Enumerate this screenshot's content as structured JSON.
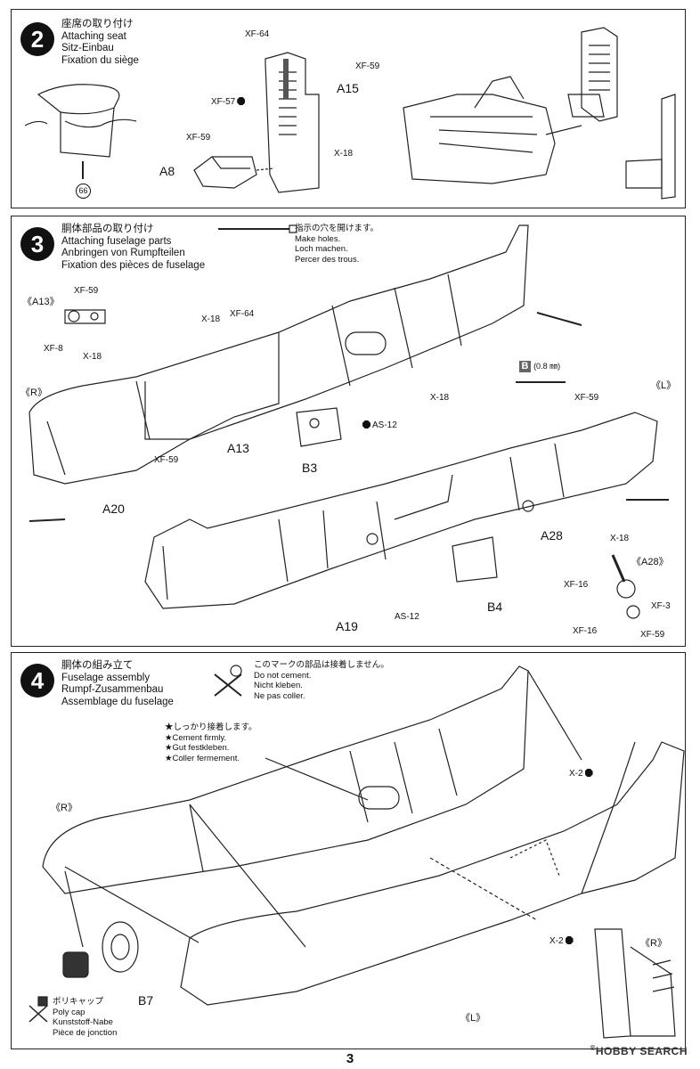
{
  "page_number": "3",
  "watermark": {
    "brand": "HOBBY SEARCH",
    "reg": "®"
  },
  "step2": {
    "number": "2",
    "title_jp": "座席の取り付け",
    "title_en": "Attaching seat",
    "title_de": "Sitz-Einbau",
    "title_fr": "Fixation du siège",
    "ref_part": "66",
    "parts": {
      "a15": "A15",
      "a8": "A8"
    },
    "paints": {
      "xf64": "XF-64",
      "xf57": "XF-57",
      "xf59a": "XF-59",
      "xf59b": "XF-59",
      "x18": "X-18"
    }
  },
  "step3": {
    "number": "3",
    "title_jp": "胴体部品の取り付け",
    "title_en": "Attaching fuselage parts",
    "title_de": "Anbringen von Rumpfteilen",
    "title_fr": "Fixation des pièces de fuselage",
    "drill_note": {
      "jp": "指示の穴を開けます。",
      "en": "Make holes.",
      "de": "Loch machen.",
      "fr": "Percer des trous."
    },
    "drill_bit": {
      "letter": "B",
      "size": "(0.8 ㎜)"
    },
    "callouts": {
      "a13": "《A13》",
      "r": "《R》",
      "l": "《L》",
      "a28": "《A28》"
    },
    "parts": {
      "a13": "A13",
      "b3": "B3",
      "a20": "A20",
      "a28": "A28",
      "b4": "B4",
      "a19": "A19"
    },
    "paints": {
      "a13_xf59": "XF-59",
      "a13_xf8": "XF-8",
      "a13_x18": "X-18",
      "x18_top": "X-18",
      "xf64_top": "XF-64",
      "as12_top": "AS-12",
      "xf59_left": "XF-59",
      "x18_mid": "X-18",
      "xf59_mid": "XF-59",
      "as12_bot": "AS-12",
      "a28_x18": "X-18",
      "a28_xf16a": "XF-16",
      "a28_xf3": "XF-3",
      "a28_xf16b": "XF-16",
      "a28_xf59": "XF-59"
    }
  },
  "step4": {
    "number": "4",
    "title_jp": "胴体の組み立て",
    "title_en": "Fuselage assembly",
    "title_de": "Rumpf-Zusammenbau",
    "title_fr": "Assemblage du fuselage",
    "no_cement": {
      "jp": "このマークの部品は接着しません。",
      "en": "Do not cement.",
      "de": "Nicht kleben.",
      "fr": "Ne pas coller."
    },
    "cement": {
      "jp": "★しっかり接着します。",
      "en": "★Cement firmly.",
      "de": "★Gut festkleben.",
      "fr": "★Coller fermement."
    },
    "callouts": {
      "r": "《R》",
      "l": "《L》",
      "r2": "《R》"
    },
    "parts": {
      "b7": "B7"
    },
    "paints": {
      "x2a": "X-2",
      "x2b": "X-2"
    },
    "polycap": {
      "jp": "ポリキャップ",
      "en": "Poly cap",
      "de": "Kunststoff-Nabe",
      "fr": "Pièce de jonction"
    }
  }
}
